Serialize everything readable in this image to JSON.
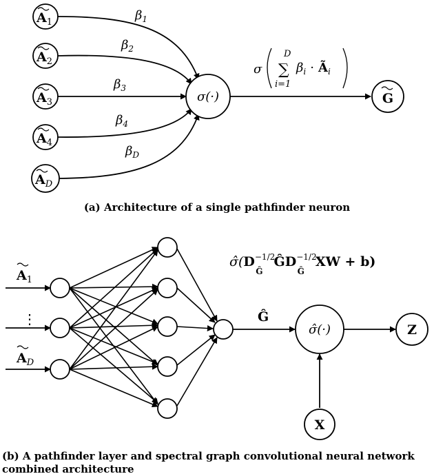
{
  "panel_a": {
    "inputs": [
      {
        "base": "A",
        "sub": "1"
      },
      {
        "base": "A",
        "sub": "2"
      },
      {
        "base": "A",
        "sub": "3"
      },
      {
        "base": "A",
        "sub": "4"
      },
      {
        "base": "A",
        "sub": "D"
      }
    ],
    "weights": [
      {
        "base": "β",
        "sub": "1"
      },
      {
        "base": "β",
        "sub": "2"
      },
      {
        "base": "β",
        "sub": "3"
      },
      {
        "base": "β",
        "sub": "4"
      },
      {
        "base": "β",
        "sub": "D"
      }
    ],
    "neuron_label": "σ(·)",
    "formula": {
      "sigma": "σ",
      "sum_top": "D",
      "sum_symbol": "∑",
      "sum_bottom": "i=1",
      "body_beta": "β",
      "body_beta_sub": "i",
      "body_dot": "·",
      "body_A": "Ã",
      "body_A_sub": "i"
    },
    "output": {
      "base": "G"
    },
    "caption": "(a) Architecture of a single pathfinder neuron"
  },
  "panel_b": {
    "inputs": [
      {
        "base": "A",
        "sub": "1"
      },
      {
        "base": "A",
        "sub": "D"
      }
    ],
    "ellipsis": "⋮",
    "formula": {
      "pre": "σ̂(",
      "D1": "D",
      "D1_sup": "−1/2",
      "D1_sub": "Ĝ",
      "mid": "Ĝ",
      "D2": "D",
      "D2_sup": "−1/2",
      "D2_sub": "Ĝ",
      "post": "XW + b)"
    },
    "edge_label": "Ĝ",
    "gcn_label": "σ̂(·)",
    "x_label": "X",
    "z_label": "Z",
    "caption_line1": "(b) A pathfinder layer and spectral graph convolutional neural network",
    "caption_line2": "combined architecture"
  }
}
